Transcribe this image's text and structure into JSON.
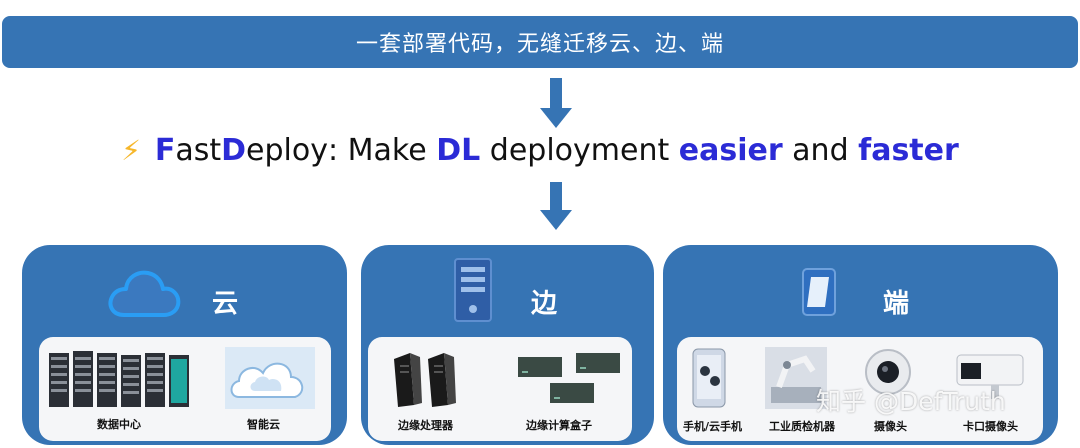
{
  "banner": {
    "text": "一套部署代码，无缝迁移云、边、端"
  },
  "tagline": {
    "brand_f": "F",
    "brand_ast": "ast",
    "brand_d": "D",
    "brand_eploy": "eploy",
    "colon_make": ": Make ",
    "dl": "DL",
    "mid": " deployment ",
    "easier": "easier",
    "and": " and ",
    "faster": "faster"
  },
  "panels": {
    "cloud": {
      "title": "云",
      "items": [
        "数据中心",
        "智能云"
      ]
    },
    "edge": {
      "title": "边",
      "items": [
        "边缘处理器",
        "边缘计算盒子"
      ]
    },
    "device": {
      "title": "端",
      "items": [
        "手机/云手机",
        "工业质检机器",
        "摄像头",
        "卡口摄像头"
      ]
    }
  },
  "watermark": "知乎 @DefTruth",
  "colors": {
    "panel": "#3674b4",
    "accent_text": "#2b2bd6",
    "bolt": "#f6b72b",
    "arrow": "#3674b4"
  },
  "icons": [
    "lightning-icon",
    "cloud-icon",
    "server-icon",
    "tablet-icon",
    "down-arrow-icon"
  ]
}
